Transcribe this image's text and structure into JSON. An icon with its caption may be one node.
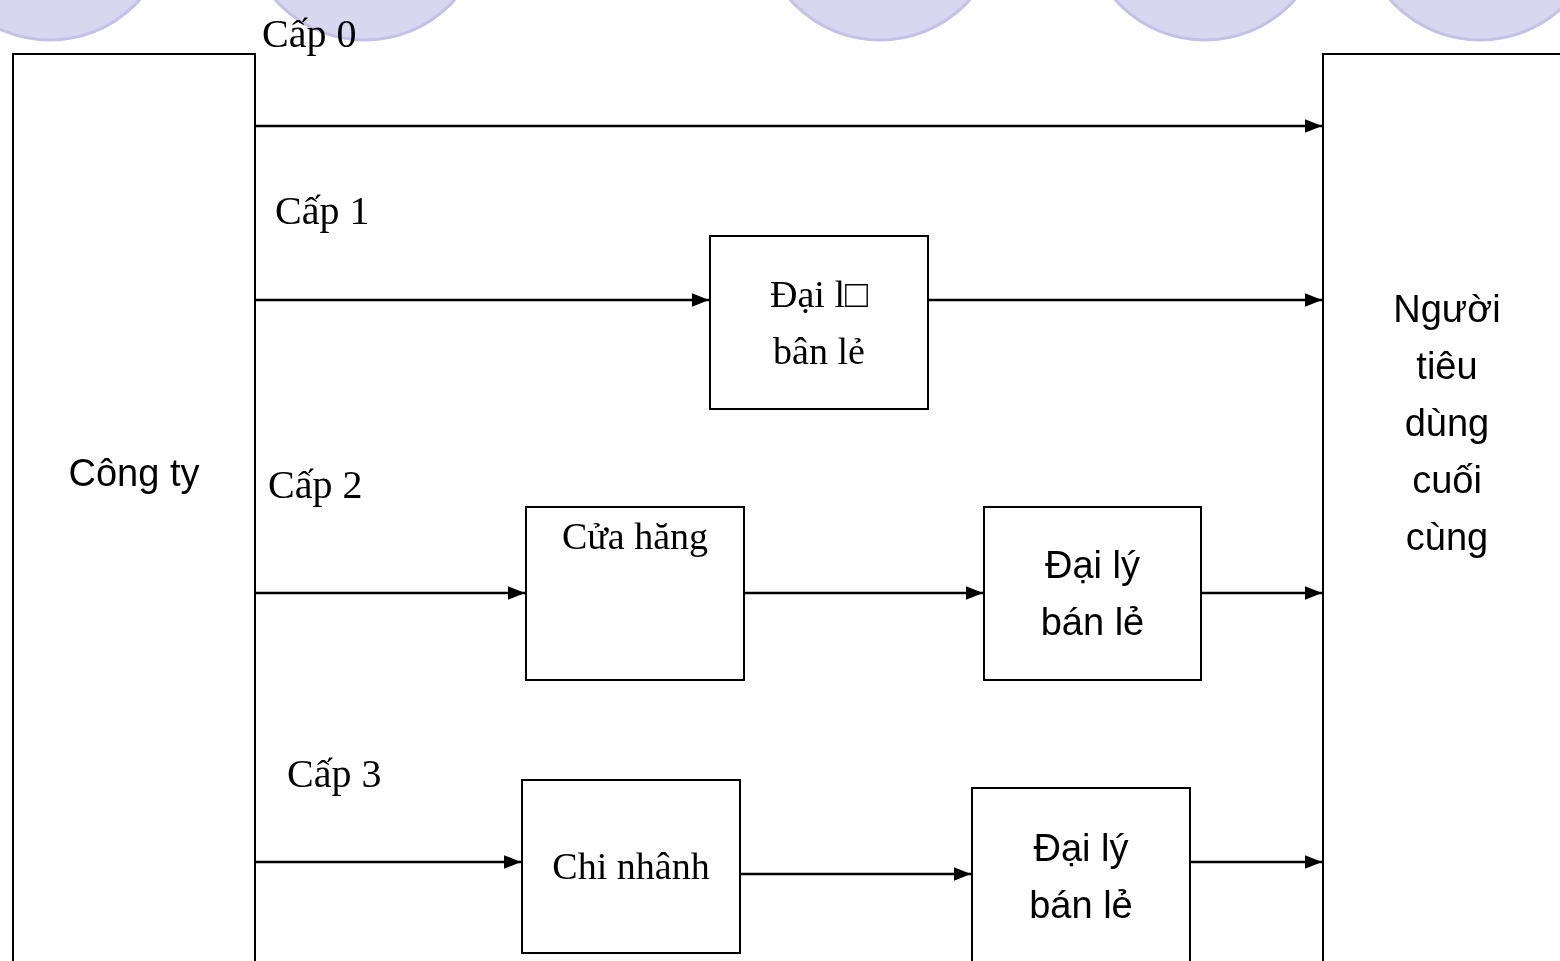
{
  "diagram": {
    "nodes": [
      {
        "text": [
          "Công ty"
        ]
      },
      {
        "text": [
          "Người tiêu dùng cuối cùng"
        ]
      },
      {
        "text": [
          "Đại l□ bân lẻ"
        ]
      },
      {
        "text": [
          "Cửa hăng"
        ]
      },
      {
        "text": [
          "Đại lý bán lẻ"
        ]
      },
      {
        "text": [
          "Chi nhânh"
        ]
      },
      {
        "text": [
          "Đại lý bán lẻ"
        ]
      }
    ],
    "edges": [
      {
        "from": 0,
        "to": 1,
        "arrow": "to"
      },
      {
        "from": 0,
        "to": 2,
        "arrow": "to"
      },
      {
        "from": 2,
        "to": 1,
        "arrow": "to"
      },
      {
        "from": 0,
        "to": 3,
        "arrow": "to"
      },
      {
        "from": 3,
        "to": 4,
        "arrow": "to"
      },
      {
        "from": 4,
        "to": 1,
        "arrow": "to"
      },
      {
        "from": 0,
        "to": 5,
        "arrow": "to"
      },
      {
        "from": 5,
        "to": 6,
        "arrow": "to"
      },
      {
        "from": 6,
        "to": 1,
        "arrow": "to"
      }
    ],
    "labels": [
      "Cấp 0",
      "Cấp 1",
      "Cấp 2",
      "Cấp 3"
    ]
  }
}
